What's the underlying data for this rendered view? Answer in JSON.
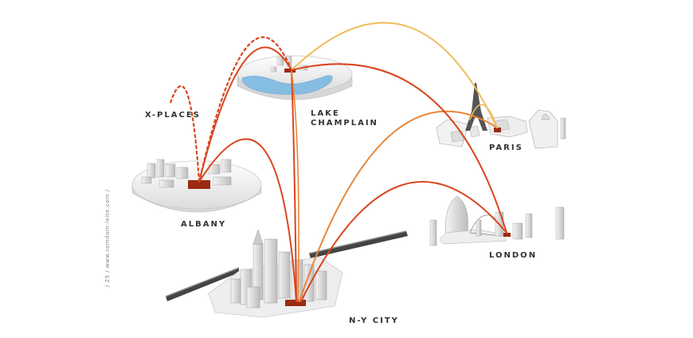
{
  "labels": {
    "x_places": "X-PLACES",
    "lake_champlain_line1": "LAKE",
    "lake_champlain_line2": "CHAMPLAIN",
    "paris": "PARIS",
    "albany": "ALBANY",
    "london": "LONDON",
    "ny_city": "N-Y CITY"
  },
  "side_caption": "/ 25 / www.ramdam-leite.com /",
  "colors": {
    "arc_red": "#d9461f",
    "arc_orange": "#e8873a",
    "arc_yellow": "#f0bb5a",
    "lake_water": "#86bde3",
    "base_fill": "#f2f2f2",
    "marker": "#9b2a12"
  }
}
